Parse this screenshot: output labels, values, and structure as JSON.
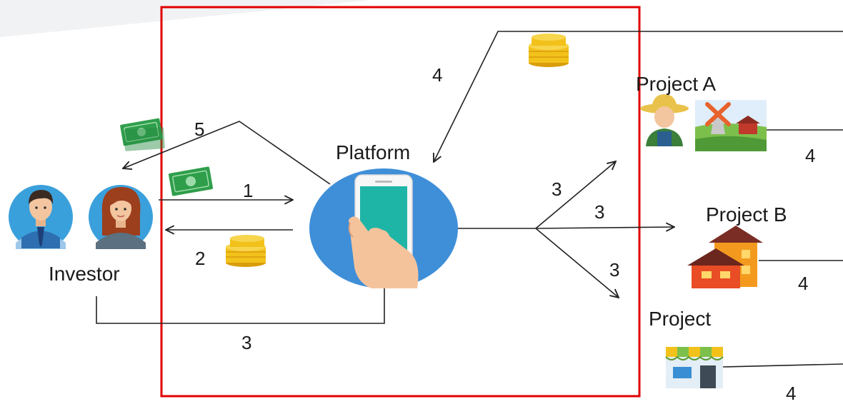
{
  "nodes": {
    "investor": "Investor",
    "platform": "Platform",
    "project_a": "Project A",
    "project_b": "Project B",
    "project_c": "Project"
  },
  "step_labels": {
    "repay": "5",
    "invest": "1",
    "return_token": "2",
    "commission": "3",
    "platform_to_projects_top": "3",
    "platform_to_projects_mid": "3",
    "platform_to_projects_bottom": "3",
    "projects_repay": "4",
    "project_a_line": "4",
    "project_b_line": "4",
    "project_c_line": "4"
  },
  "colors": {
    "frame": "#e00000",
    "line": "#222222",
    "platform_ellipse": "#3f8fd8",
    "coin": "#f2c21b",
    "banknote": "#2f9e4b"
  },
  "icons": [
    "investor-man-icon",
    "investor-woman-icon",
    "smartphone-hand-icon",
    "banknote-icon",
    "coin-stack-icon",
    "farmer-icon",
    "windmill-farm-icon",
    "house-icon",
    "shop-icon"
  ]
}
